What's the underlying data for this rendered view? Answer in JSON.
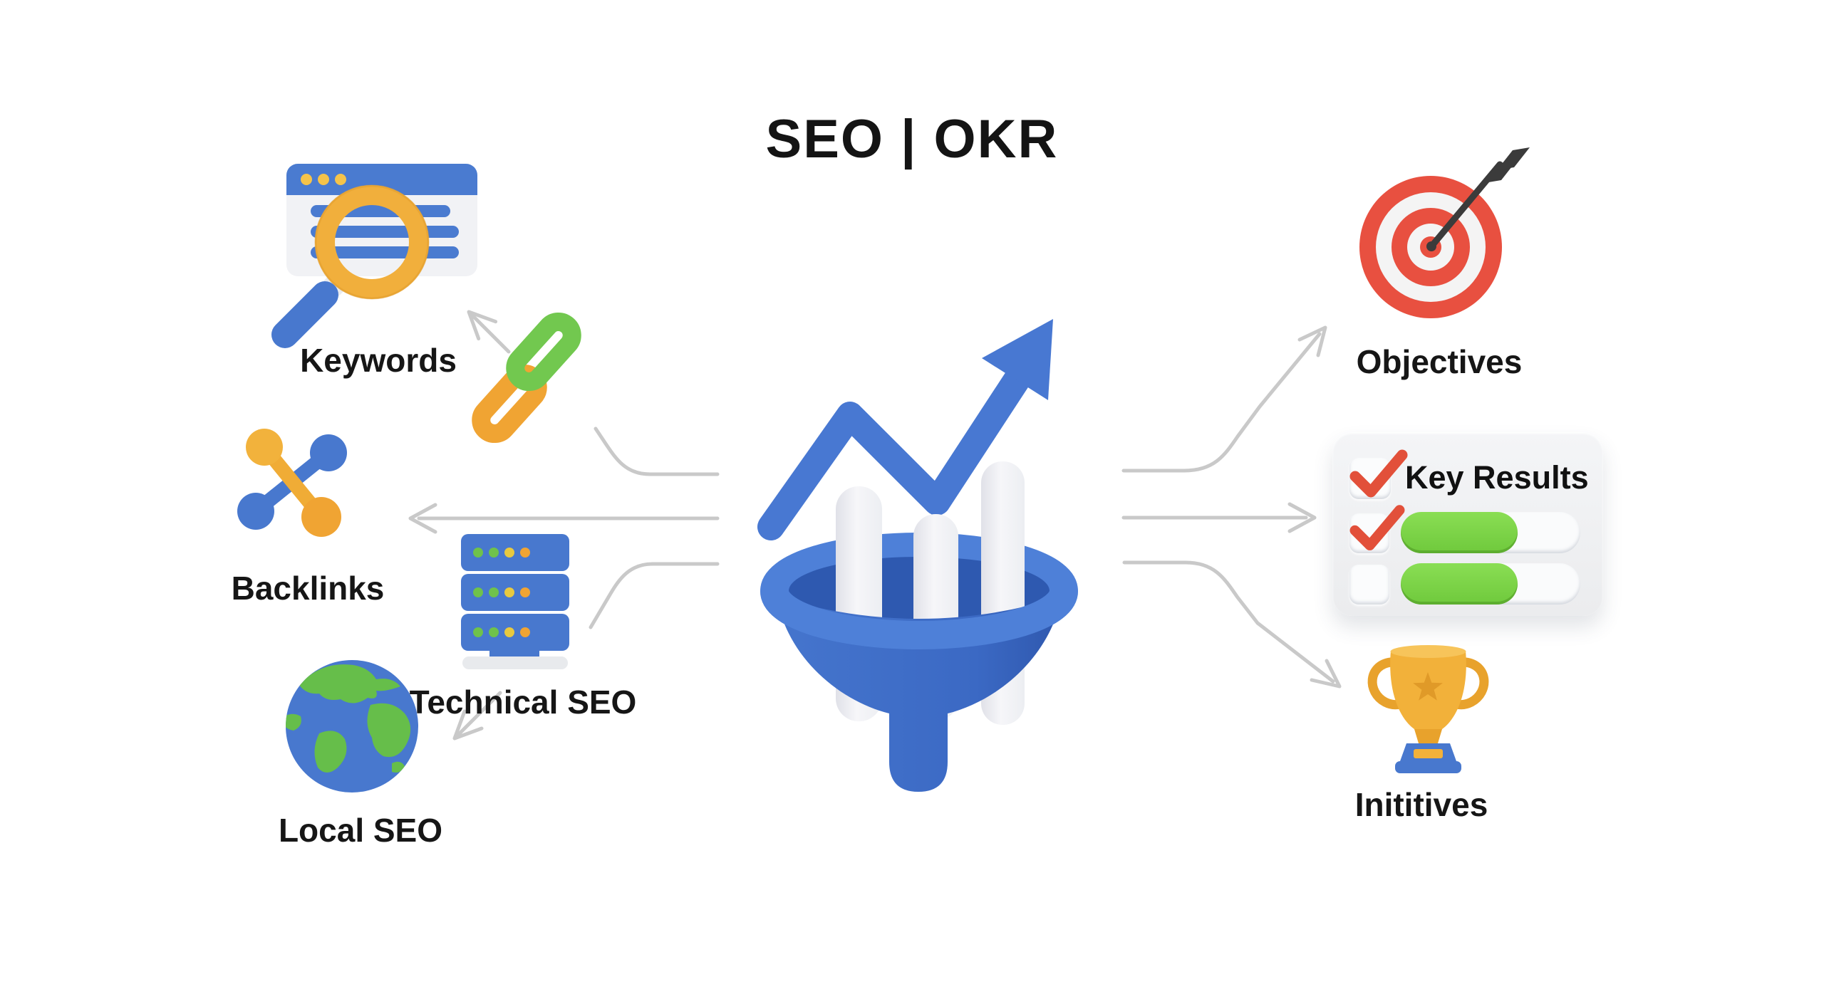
{
  "title": "SEO | OKR",
  "nodes": {
    "keywords": {
      "label": "Keywords",
      "icon": "browser-search-icon"
    },
    "backlinks": {
      "label": "Backlinks",
      "icon": "link-network-icon"
    },
    "technical_seo": {
      "label": "Technical SEO",
      "icon": "server-stack-icon"
    },
    "local_seo": {
      "label": "Local SEO",
      "icon": "globe-icon"
    },
    "funnel": {
      "icon": "funnel-growth-chart-icon"
    },
    "objectives": {
      "label": "Objectives",
      "icon": "target-arrow-icon"
    },
    "key_results": {
      "label": "Key Results",
      "icon": "checklist-card-icon"
    },
    "initiatives": {
      "label": "Inititives",
      "icon": "trophy-icon"
    }
  },
  "connectors": {
    "left": [
      "funnel-to-keywords",
      "funnel-to-backlinks",
      "funnel-to-technical-seo",
      "technical-seo-to-local-seo"
    ],
    "right": [
      "funnel-to-objectives",
      "funnel-to-key-results",
      "funnel-to-initiatives"
    ]
  },
  "colors": {
    "background": "#ffffff",
    "text": "#161616",
    "connector": "#c9c9c9",
    "blue": "#4878ce",
    "dark_blue": "#2e59b0",
    "yellow": "#f2b23c",
    "orange": "#f0a433",
    "green": "#6fc24f",
    "red": "#e8503a",
    "progress_green": "#7dd348",
    "card_gray": "#eff0f2",
    "bar_white": "#f2f2f6"
  }
}
